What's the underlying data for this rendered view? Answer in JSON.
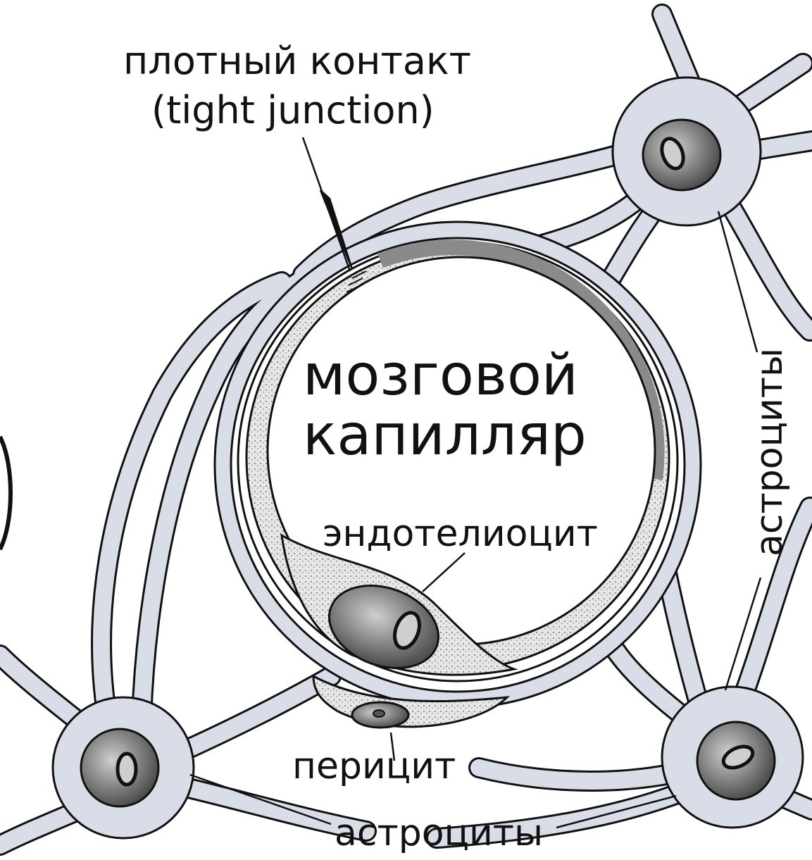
{
  "labels": {
    "tight_junction_ru": "плотный контакт",
    "tight_junction_en": "(tight junction)",
    "capillary_line1": "мозговой",
    "capillary_line2": "капилляр",
    "endotheliocyte": "эндотелиоцит",
    "pericyte": "перицит",
    "astrocytes_bottom": "астроциты",
    "astrocytes_right": "астроциты"
  },
  "colors": {
    "astrocyte_fill": "#d9dde8",
    "outline": "#111111",
    "endothelium_fill": "#e6e6e6",
    "endothelium_dark": "#8a8a8a",
    "nucleus_dark": "#555555",
    "background": "#ffffff"
  }
}
